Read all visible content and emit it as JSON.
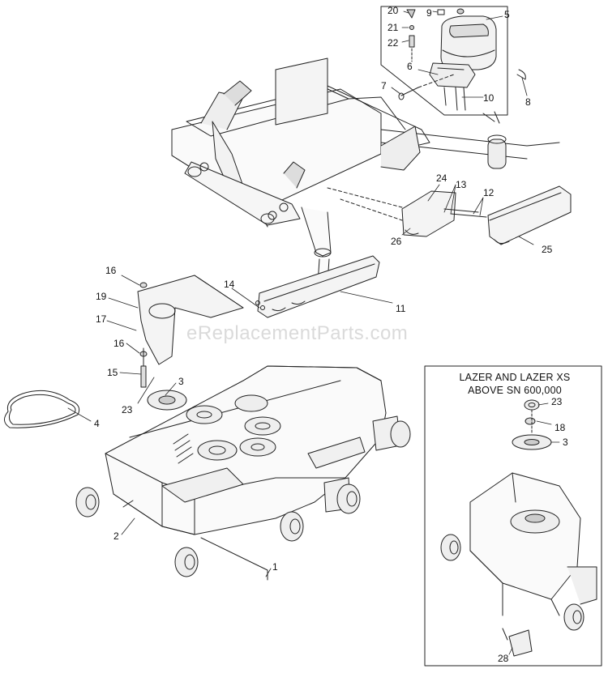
{
  "watermark": "eReplacementParts.com",
  "inset": {
    "line1": "LAZER AND LAZER XS",
    "line2": "ABOVE SN 600,000"
  },
  "callouts": [
    {
      "id": "c1",
      "text": "1"
    },
    {
      "id": "c2",
      "text": "2"
    },
    {
      "id": "c3",
      "text": "3"
    },
    {
      "id": "c4",
      "text": "4"
    },
    {
      "id": "c5",
      "text": "5"
    },
    {
      "id": "c6",
      "text": "6"
    },
    {
      "id": "c7",
      "text": "7"
    },
    {
      "id": "c8",
      "text": "8"
    },
    {
      "id": "c9",
      "text": "9"
    },
    {
      "id": "c10",
      "text": "10"
    },
    {
      "id": "c11",
      "text": "11"
    },
    {
      "id": "c12",
      "text": "12"
    },
    {
      "id": "c13",
      "text": "13"
    },
    {
      "id": "c14",
      "text": "14"
    },
    {
      "id": "c15",
      "text": "15"
    },
    {
      "id": "c16a",
      "text": "16"
    },
    {
      "id": "c16b",
      "text": "16"
    },
    {
      "id": "c17",
      "text": "17"
    },
    {
      "id": "c18",
      "text": "18"
    },
    {
      "id": "c19",
      "text": "19"
    },
    {
      "id": "c20",
      "text": "20"
    },
    {
      "id": "c21",
      "text": "21"
    },
    {
      "id": "c22",
      "text": "22"
    },
    {
      "id": "c23a",
      "text": "23"
    },
    {
      "id": "c23b",
      "text": "23"
    },
    {
      "id": "c24",
      "text": "24"
    },
    {
      "id": "c25",
      "text": "25"
    },
    {
      "id": "c26",
      "text": "26"
    },
    {
      "id": "c28",
      "text": "28"
    },
    {
      "id": "c3b",
      "text": "3"
    }
  ]
}
